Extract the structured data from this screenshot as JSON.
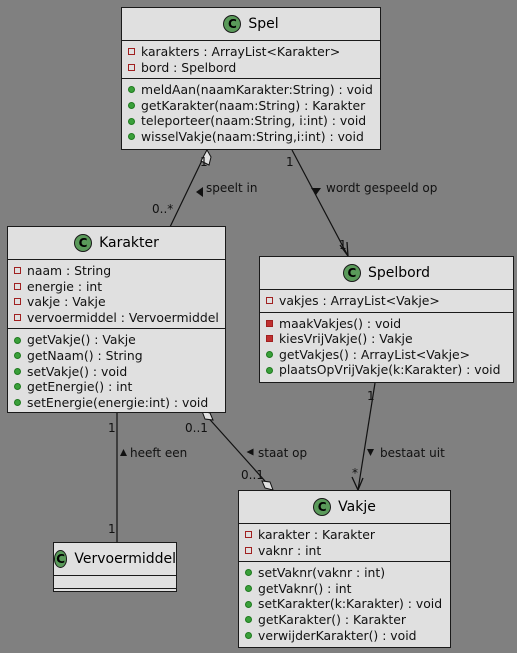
{
  "classes": {
    "spel": {
      "name": "Spel",
      "fields": [
        "karakters : ArrayList<Karakter>",
        "bord : Spelbord"
      ],
      "methods": [
        "meldAan(naamKarakter:String) : void",
        "getKarakter(naam:String) : Karakter",
        "teleporteer(naam:String, i:int) : void",
        "wisselVakje(naam:String,i:int) : void"
      ]
    },
    "karakter": {
      "name": "Karakter",
      "fields": [
        "naam : String",
        "energie : int",
        "vakje : Vakje",
        "vervoermiddel : Vervoermiddel"
      ],
      "methods": [
        "getVakje() : Vakje",
        "getNaam() : String",
        "setVakje() : void",
        "getEnergie() : int",
        "setEnergie(energie:int) : void"
      ]
    },
    "spelbord": {
      "name": "Spelbord",
      "fields": [
        "vakjes : ArrayList<Vakje>"
      ],
      "methods": [
        "maakVakjes() : void",
        "kiesVrijVakje() : Vakje",
        "getVakjes() : ArrayList<Vakje>",
        "plaatsOpVrijVakje(k:Karakter) : void"
      ]
    },
    "vakje": {
      "name": "Vakje",
      "fields": [
        "karakter : Karakter",
        "vaknr : int"
      ],
      "methods": [
        "setVaknr(vaknr : int)",
        "getVaknr() : int",
        "setKarakter(k:Karakter) : void",
        "getKarakter() : Karakter",
        "verwijderKarakter() : void"
      ]
    },
    "vervoermiddel": {
      "name": "Vervoermiddel",
      "fields": [],
      "methods": []
    }
  },
  "stereotype_letter": "C",
  "relations": {
    "speelt_in": {
      "label": "speelt in",
      "from_mult": "0..*",
      "to_mult": "1"
    },
    "wordt_gespeeld_op": {
      "label": "wordt gespeeld op",
      "from_mult": "1",
      "to_mult": "1"
    },
    "heeft_een": {
      "label": "heeft een",
      "from_mult": "1",
      "to_mult": "1"
    },
    "staat_op": {
      "label": "staat op",
      "from_mult": "0..1",
      "to_mult": "0..1"
    },
    "bestaat_uit": {
      "label": "bestaat uit",
      "from_mult": "1",
      "to_mult": "*"
    }
  },
  "colors": {
    "background": "#808080",
    "class_fill": "#e0e0e0",
    "class_icon": "#5a9a5a",
    "private": "#c03030",
    "public": "#3aa03a"
  }
}
